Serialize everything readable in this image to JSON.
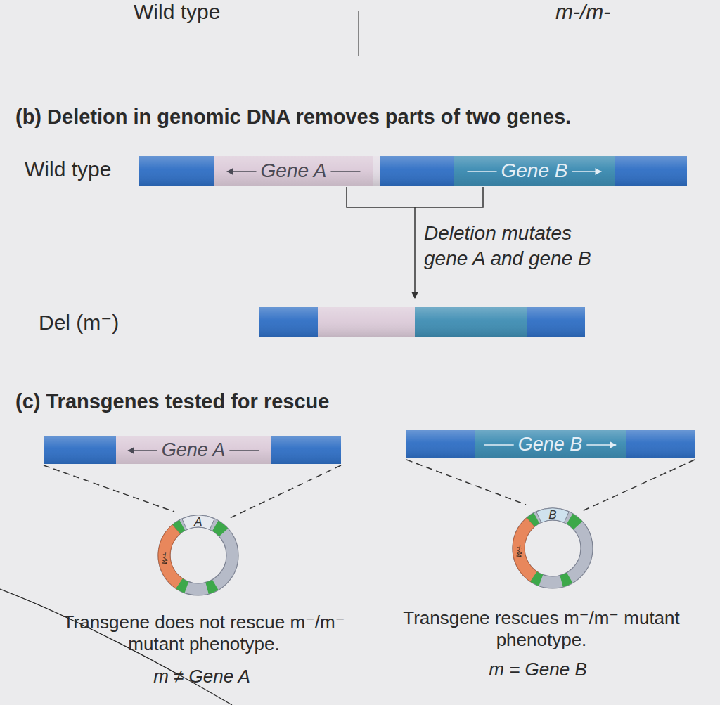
{
  "diagram": {
    "nodes": [
      {
        "text": [
          "Gene A"
        ]
      },
      {
        "text": [
          "Gene B"
        ]
      },
      {
        "text": [
          "Gene A"
        ]
      },
      {
        "text": [
          "Gene B"
        ]
      },
      {
        "text": [
          "A",
          "w+"
        ]
      },
      {
        "text": [
          "B",
          "w+"
        ]
      }
    ],
    "labels": [
      "Wild type",
      "m-/m-",
      "(b) Deletion in genomic DNA removes parts of two genes.",
      "Wild type",
      "Deletion mutates gene A and gene B",
      "Del (m⁻)",
      "(c) Transgenes tested for rescue",
      "Transgene does not rescue m⁻/m⁻ mutant phenotype.",
      "m ≠ Gene A",
      "Transgene rescues m⁻/m⁻ mutant phenotype.",
      "m = Gene B"
    ]
  }
}
